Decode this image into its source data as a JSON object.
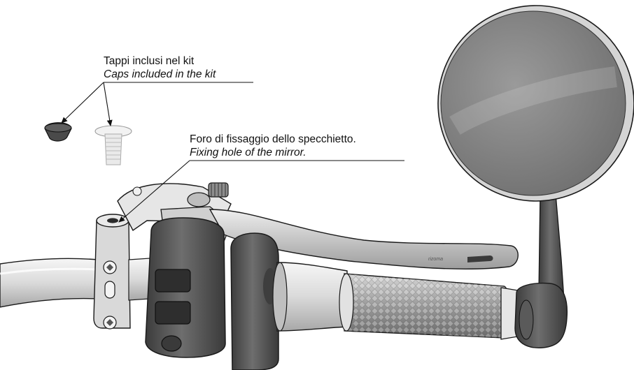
{
  "callouts": {
    "caps": {
      "label_it": "Tappi inclusi nel kit",
      "label_en": "Caps included in the kit"
    },
    "hole": {
      "label_it": "Foro di fissaggio dello specchietto.",
      "label_en": "Fixing hole of the mirror."
    }
  },
  "lever_mark": "rizoma",
  "colors": {
    "dark_part": "#4a4a4a",
    "medium_part": "#7a7a7a",
    "light_part": "#e4e4e4",
    "mirror_glass": "#8c8c8c",
    "outline": "#1a1a1a"
  }
}
